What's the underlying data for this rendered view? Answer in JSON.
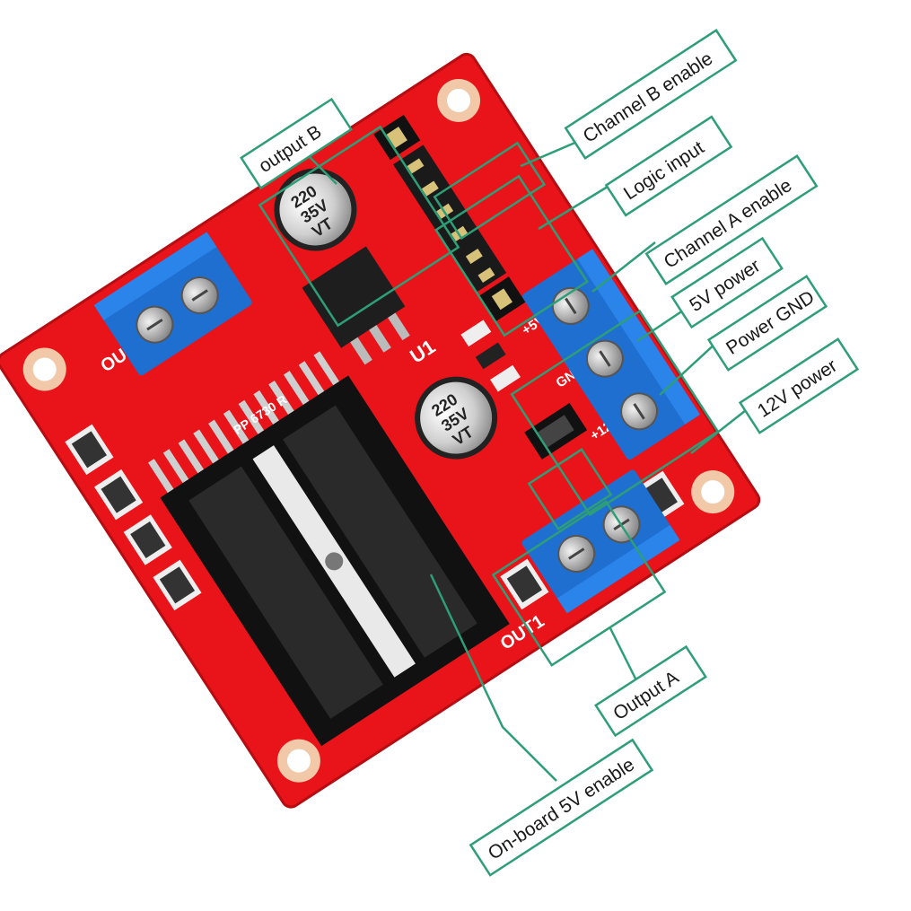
{
  "labels": {
    "output_b": "output B",
    "channel_b_enable": "Channel B enable",
    "logic_input": "Logic input",
    "channel_a_enable": "Channel A enable",
    "power_5v": "5V power",
    "power_gnd": "Power GND",
    "power_12v": "12V power",
    "output_a": "Output A",
    "onboard_5v_enable": "On-board 5V enable"
  },
  "silkscreen": {
    "out4": "OUT4",
    "out1": "OUT1",
    "u1": "U1",
    "v5": "+5V",
    "gnd": "GND",
    "v12": "+12V",
    "ic_marking": "PP 6730 R",
    "cap_line1": "220",
    "cap_line2": "35V",
    "cap_line3": "VT"
  },
  "colors": {
    "accent": "#2e9e77",
    "board": "#e8141a",
    "terminal": "#1f6fd1"
  }
}
